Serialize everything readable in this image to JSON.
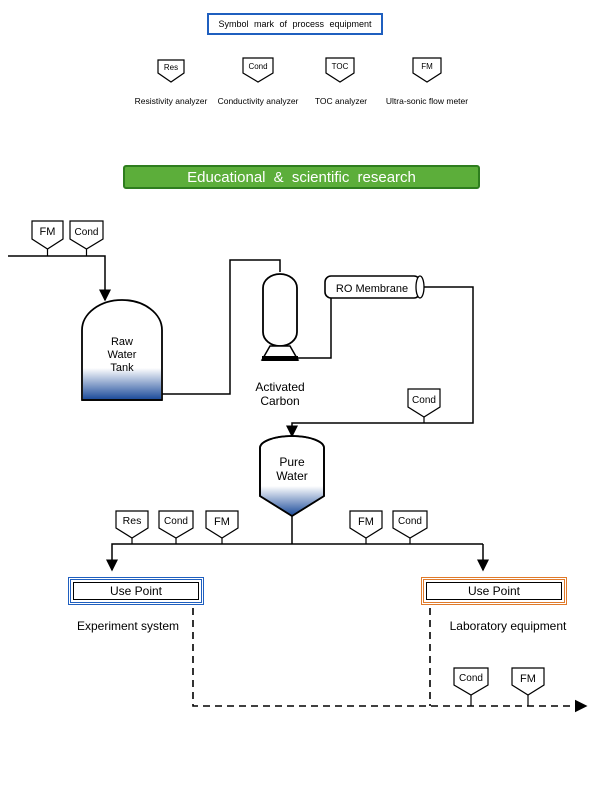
{
  "legend": {
    "title": "Symbol mark of process equipment",
    "items": [
      {
        "tag": "Res",
        "label": "Resistivity analyzer"
      },
      {
        "tag": "Cond",
        "label": "Conductivity analyzer"
      },
      {
        "tag": "TOC",
        "label": "TOC analyzer"
      },
      {
        "tag": "FM",
        "label": "Ultra-sonic flow meter"
      }
    ]
  },
  "banner": "Educational & scientific research",
  "equipment": {
    "raw_tank": [
      "Raw",
      "Water",
      "Tank"
    ],
    "carbon": [
      "Activated",
      "Carbon"
    ],
    "ro": "RO Membrane",
    "pure_tank": [
      "Pure",
      "Water"
    ]
  },
  "instruments": {
    "fm": "FM",
    "cond": "Cond",
    "res": "Res"
  },
  "use_points": {
    "left": {
      "box": "Use Point",
      "caption": "Experiment system"
    },
    "right": {
      "box": "Use Point",
      "caption": "Laboratory equipment"
    }
  },
  "colors": {
    "legend_border": "#1f5fbf",
    "banner": "#5cae3a",
    "water_blue": "#1f4e9c",
    "use_left": "#1f5fbf",
    "use_right": "#e07a2a"
  }
}
